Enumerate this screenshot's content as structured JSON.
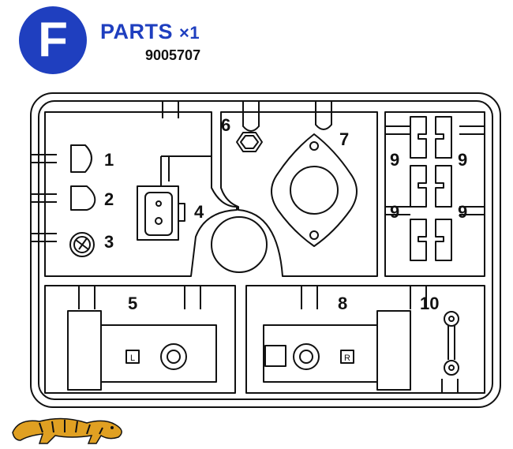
{
  "header": {
    "letter": "F",
    "title": "PARTS",
    "quantity": "×1",
    "part_code": "9005707",
    "badge_color": "#1f3fbf"
  },
  "parts": {
    "p1": "1",
    "p2": "2",
    "p3": "3",
    "p4": "4",
    "p5": "5",
    "p6": "6",
    "p7": "7",
    "p8": "8",
    "p10": "10",
    "p9": [
      "9",
      "9",
      "9",
      "9"
    ]
  },
  "side_marks": {
    "left": "L",
    "right": "R"
  },
  "logo": {
    "icon": "tiger-icon"
  }
}
